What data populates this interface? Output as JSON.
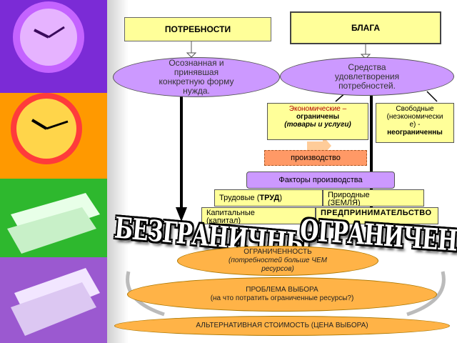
{
  "needs": {
    "label": "ПОТРЕБНОСТИ"
  },
  "goods": {
    "label": "БЛАГА"
  },
  "need_def": {
    "lines": [
      "Осознанная и",
      "принявшая",
      "конкретную форму",
      "нужда."
    ]
  },
  "means": {
    "lines": [
      "Средства",
      "удовлетворения",
      "потребностей."
    ]
  },
  "economic": {
    "line1": "Экономические –",
    "line2": "ограничены",
    "line3": "(товары и услуги)"
  },
  "free": {
    "line1": "Свободные",
    "line2": "(неэкономически",
    "line3": "е) -",
    "line4": "неограниченны"
  },
  "production": {
    "label": "производство"
  },
  "factors": {
    "label": "Факторы производства"
  },
  "labor": {
    "prefix": "Трудовые (",
    "bold": "ТРУД",
    "suffix": ")"
  },
  "natural": {
    "line1": "Природные",
    "line2": "(ЗЕМЛЯ)"
  },
  "capital": {
    "line1": "Капитальные",
    "line2": "(капитал)"
  },
  "entrepreneurship": {
    "label": "ПРЕДПРИНИМАТЕЛЬСТВО"
  },
  "unlimited": {
    "label": "БЕЗГРАНИЧНЫ"
  },
  "limited": {
    "label": "ОГРАНИЧЕНЫ"
  },
  "scarcity": {
    "line1": "ОГРАНИЧЕННОСТЬ",
    "line2": "(потребностей больше ЧЕМ",
    "line3": "ресурсов)"
  },
  "choice_problem": {
    "line1": "ПРОБЛЕМА ВЫБОРА",
    "line2": "(на что потратить ограниченные ресурсы?)"
  },
  "opportunity_cost": {
    "label": "АЛЬТЕРНАТИВНАЯ СТОИМОСТЬ (ЦЕНА ВЫБОРА)"
  },
  "colors": {
    "yellow": "#ffff99",
    "purple": "#cc99ff",
    "orange": "#ffb347",
    "pink": "#ff9966"
  }
}
